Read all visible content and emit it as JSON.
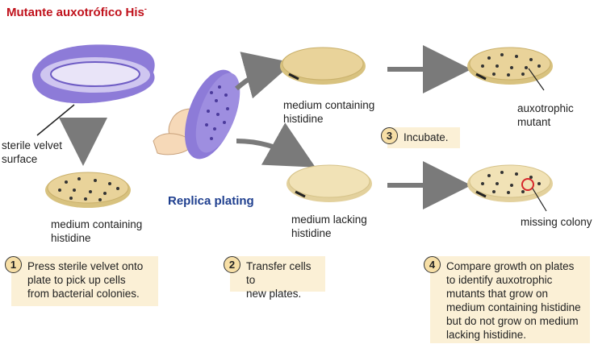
{
  "title": "Mutante auxotrófico His",
  "title_sup": "-",
  "center_title": "Replica plating",
  "labels": {
    "sterile_velvet": [
      "sterile velvet",
      "surface"
    ],
    "plate_bottom_left": [
      "medium containing",
      "histidine"
    ],
    "plate_top_mid": [
      "medium containing",
      "histidine"
    ],
    "plate_bottom_mid": [
      "medium lacking",
      "histidine"
    ],
    "auxotrophic": [
      "auxotrophic",
      "mutant"
    ],
    "missing_colony": "missing colony"
  },
  "steps": [
    {
      "number": "1",
      "lines": [
        "Press sterile velvet onto",
        "plate to pick up cells",
        "from bacterial colonies."
      ]
    },
    {
      "number": "2",
      "lines": [
        "Transfer cells to",
        "new plates."
      ]
    },
    {
      "number": "3",
      "lines": [
        "Incubate."
      ]
    },
    {
      "number": "4",
      "lines": [
        "Compare growth on plates",
        "to identify auxotrophic",
        "mutants that grow on",
        "medium containing histidine",
        "but do not grow on medium",
        "lacking histidine."
      ]
    }
  ],
  "colors": {
    "title": "#c0121c",
    "center_title": "#1f3f8f",
    "step_bg": "#fbf0d6",
    "velvet": "#8d7bd8",
    "agar_with_his": "#e9d39a",
    "agar_lacking_his": "#f1e2b6",
    "arrow": "#7a7a7a",
    "missing_marker": "#d6262b"
  }
}
